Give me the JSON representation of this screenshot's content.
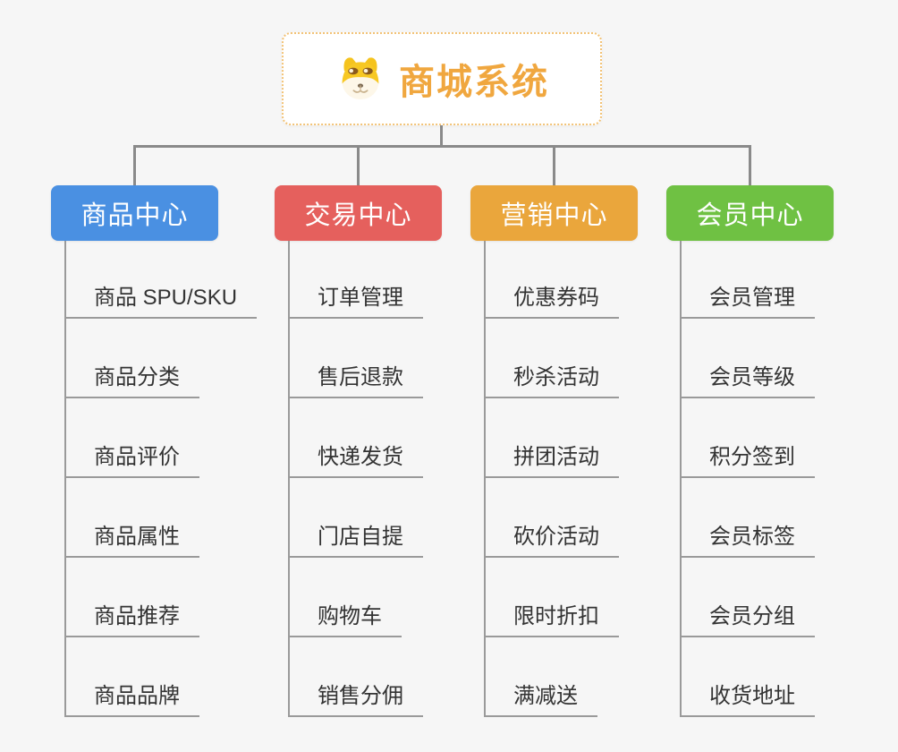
{
  "root": {
    "title": "商城系统",
    "icon": "dog-face-icon"
  },
  "colors": {
    "background": "#f6f6f6",
    "root_text": "#f0a73f",
    "root_border": "#f2c276",
    "connector": "#8a8a8a",
    "child_line": "#9a9a9a",
    "child_text": "#333333"
  },
  "branches": [
    {
      "title": "商品中心",
      "color": "#4a90e2",
      "children": [
        "商品 SPU/SKU",
        "商品分类",
        "商品评价",
        "商品属性",
        "商品推荐",
        "商品品牌"
      ]
    },
    {
      "title": "交易中心",
      "color": "#e5605d",
      "children": [
        "订单管理",
        "售后退款",
        "快递发货",
        "门店自提",
        "购物车",
        "销售分佣"
      ]
    },
    {
      "title": "营销中心",
      "color": "#eaa63c",
      "children": [
        "优惠券码",
        "秒杀活动",
        "拼团活动",
        "砍价活动",
        "限时折扣",
        "满减送"
      ]
    },
    {
      "title": "会员中心",
      "color": "#6fc143",
      "children": [
        "会员管理",
        "会员等级",
        "积分签到",
        "会员标签",
        "会员分组",
        "收货地址"
      ]
    }
  ]
}
